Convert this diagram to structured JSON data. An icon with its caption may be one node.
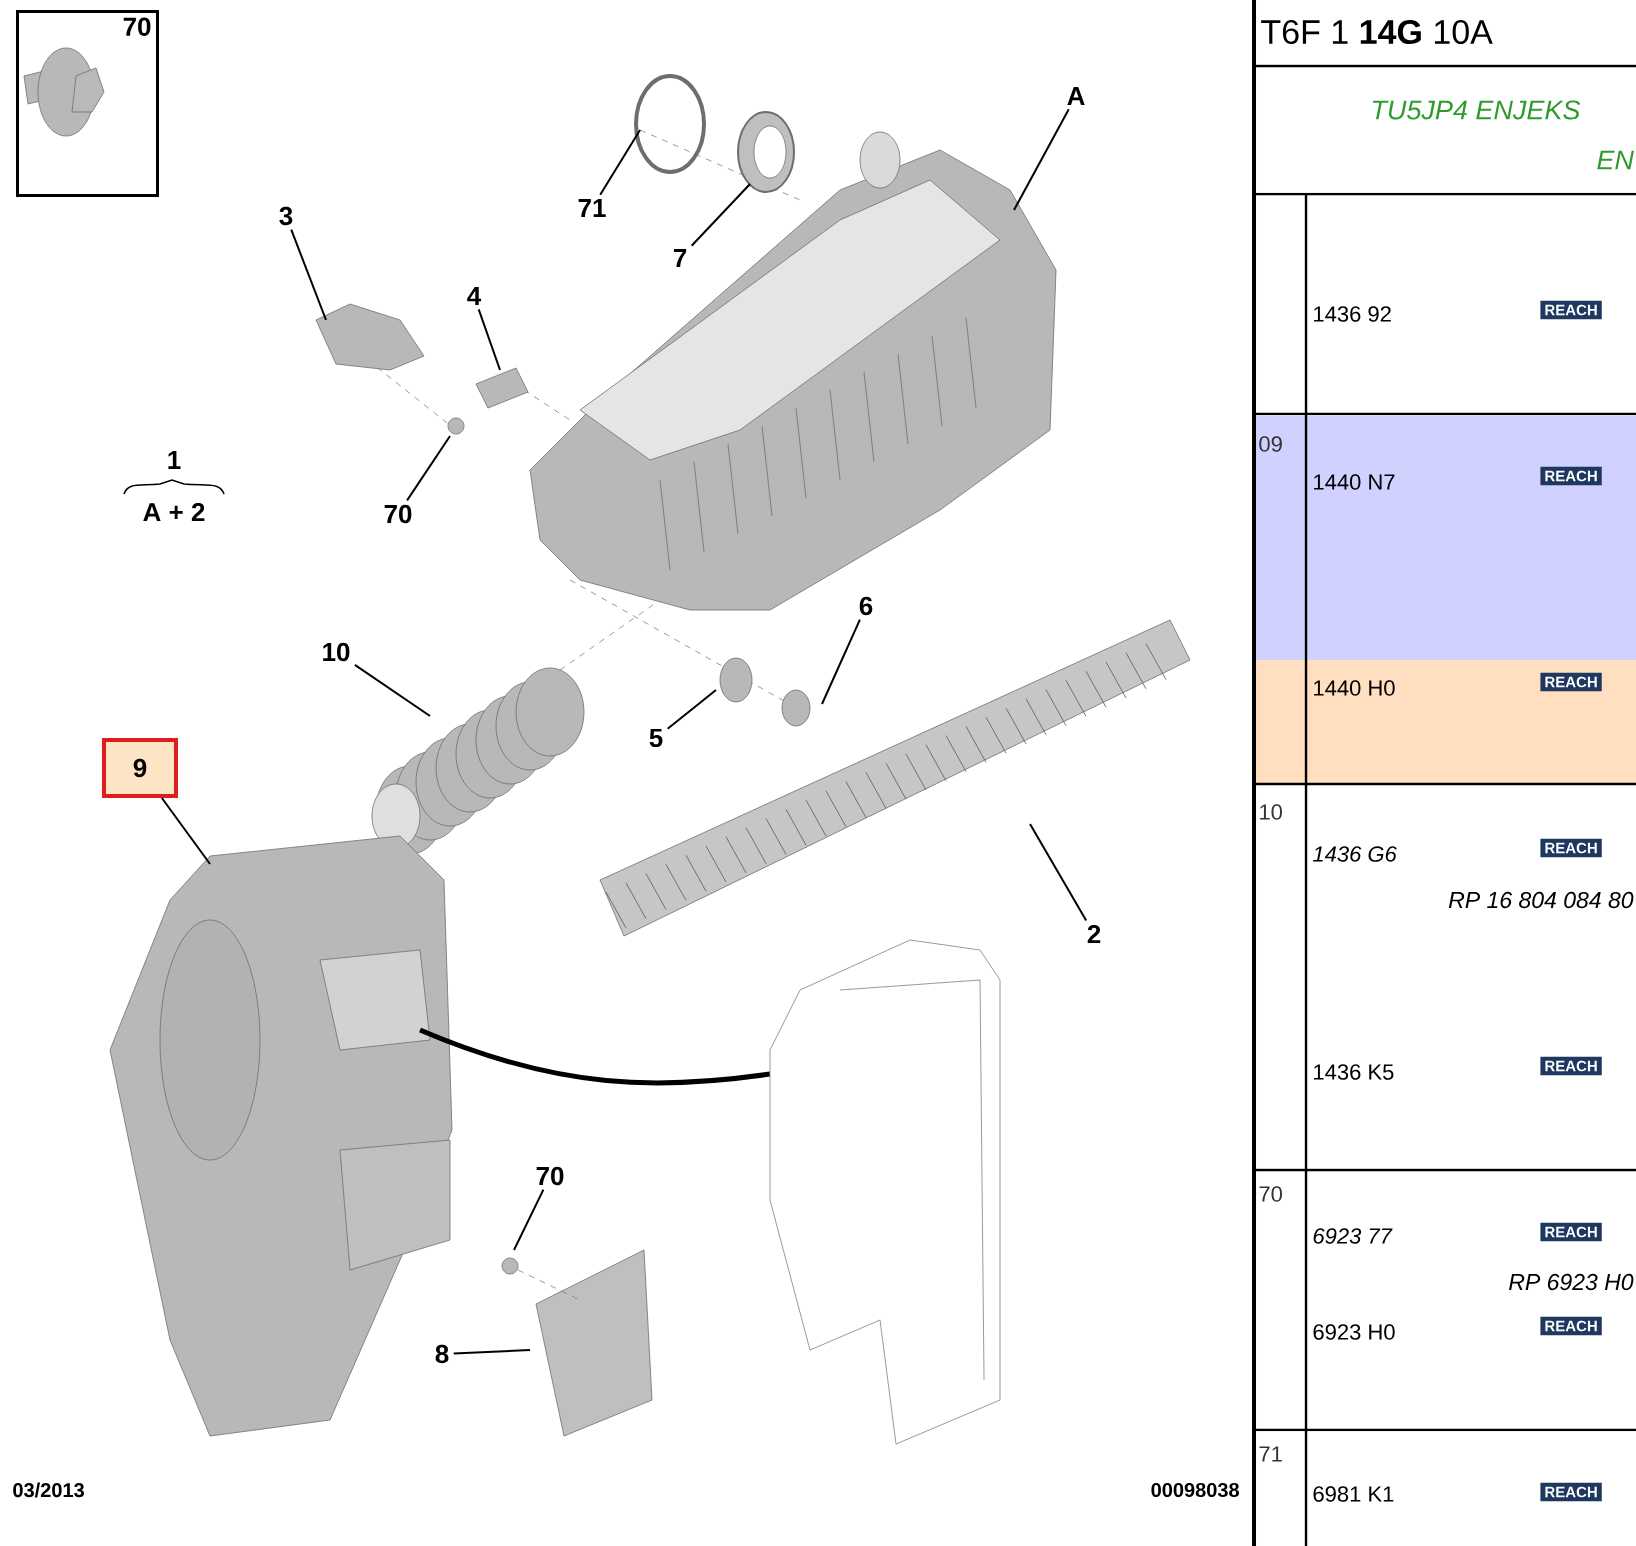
{
  "diagram": {
    "nodes": [
      {
        "text": [
          "70"
        ]
      },
      {
        "text": [
          "3"
        ]
      },
      {
        "text": [
          "4"
        ]
      },
      {
        "text": [
          "71"
        ]
      },
      {
        "text": [
          "7"
        ]
      },
      {
        "text": [
          "A"
        ]
      },
      {
        "text": [
          "70"
        ]
      },
      {
        "text": [
          "10"
        ]
      },
      {
        "text": [
          "6"
        ]
      },
      {
        "text": [
          "5"
        ]
      },
      {
        "text": [
          "9"
        ]
      },
      {
        "text": [
          "2"
        ]
      },
      {
        "text": [
          "70"
        ]
      },
      {
        "text": [
          "8"
        ]
      }
    ],
    "edges": [
      {
        "from": 1,
        "to": null,
        "arrow": "none"
      },
      {
        "from": 2,
        "to": null,
        "arrow": "none"
      },
      {
        "from": 3,
        "to": null,
        "arrow": "none"
      },
      {
        "from": 4,
        "to": null,
        "arrow": "none"
      },
      {
        "from": 5,
        "to": null,
        "arrow": "none"
      },
      {
        "from": 6,
        "to": null,
        "arrow": "none"
      },
      {
        "from": 7,
        "to": null,
        "arrow": "none"
      },
      {
        "from": 8,
        "to": null,
        "arrow": "none"
      },
      {
        "from": 9,
        "to": null,
        "arrow": "none"
      },
      {
        "from": 10,
        "to": null,
        "arrow": "none"
      },
      {
        "from": 11,
        "to": null,
        "arrow": "none"
      },
      {
        "from": 12,
        "to": null,
        "arrow": "none"
      },
      {
        "from": 13,
        "to": null,
        "arrow": "none"
      }
    ],
    "labels": [
      "1",
      "A + 2",
      "03/2013",
      "00098038",
      "T6F 1 **14G** 10A",
      "TU5JP4 ENJEKS",
      "EN",
      "1436 92",
      "REACH",
      "09",
      "1440 N7",
      "REACH",
      "1440 H0",
      "REACH",
      "10",
      "1436 G6",
      "REACH",
      "RP 16 804 084 80",
      "1436 K5",
      "REACH",
      "70",
      "6923 77",
      "REACH",
      "RP 6923 H0",
      "6923 H0",
      "REACH",
      "71",
      "6981 K1",
      "REACH"
    ]
  }
}
